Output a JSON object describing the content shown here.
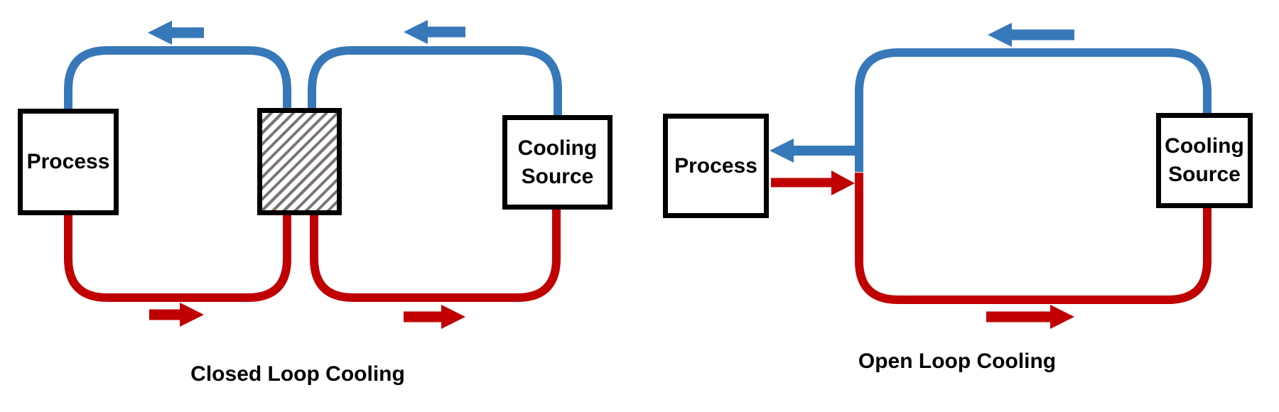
{
  "diagrams": {
    "closed_loop": {
      "caption": "Closed Loop Cooling",
      "process_box_label": "Process",
      "cooling_source_box_label_line1": "Cooling",
      "cooling_source_box_label_line2": "Source"
    },
    "open_loop": {
      "caption": "Open Loop Cooling",
      "process_box_label": "Process",
      "cooling_source_box_label_line1": "Cooling",
      "cooling_source_box_label_line2": "Source"
    }
  },
  "colors": {
    "cold_line_blue": "#3778B9",
    "hot_line_red": "#C00000",
    "box_border_black": "#000000",
    "hatch_gray": "#7A7572",
    "background": "#FFFFFF",
    "label_text": "#000000"
  }
}
